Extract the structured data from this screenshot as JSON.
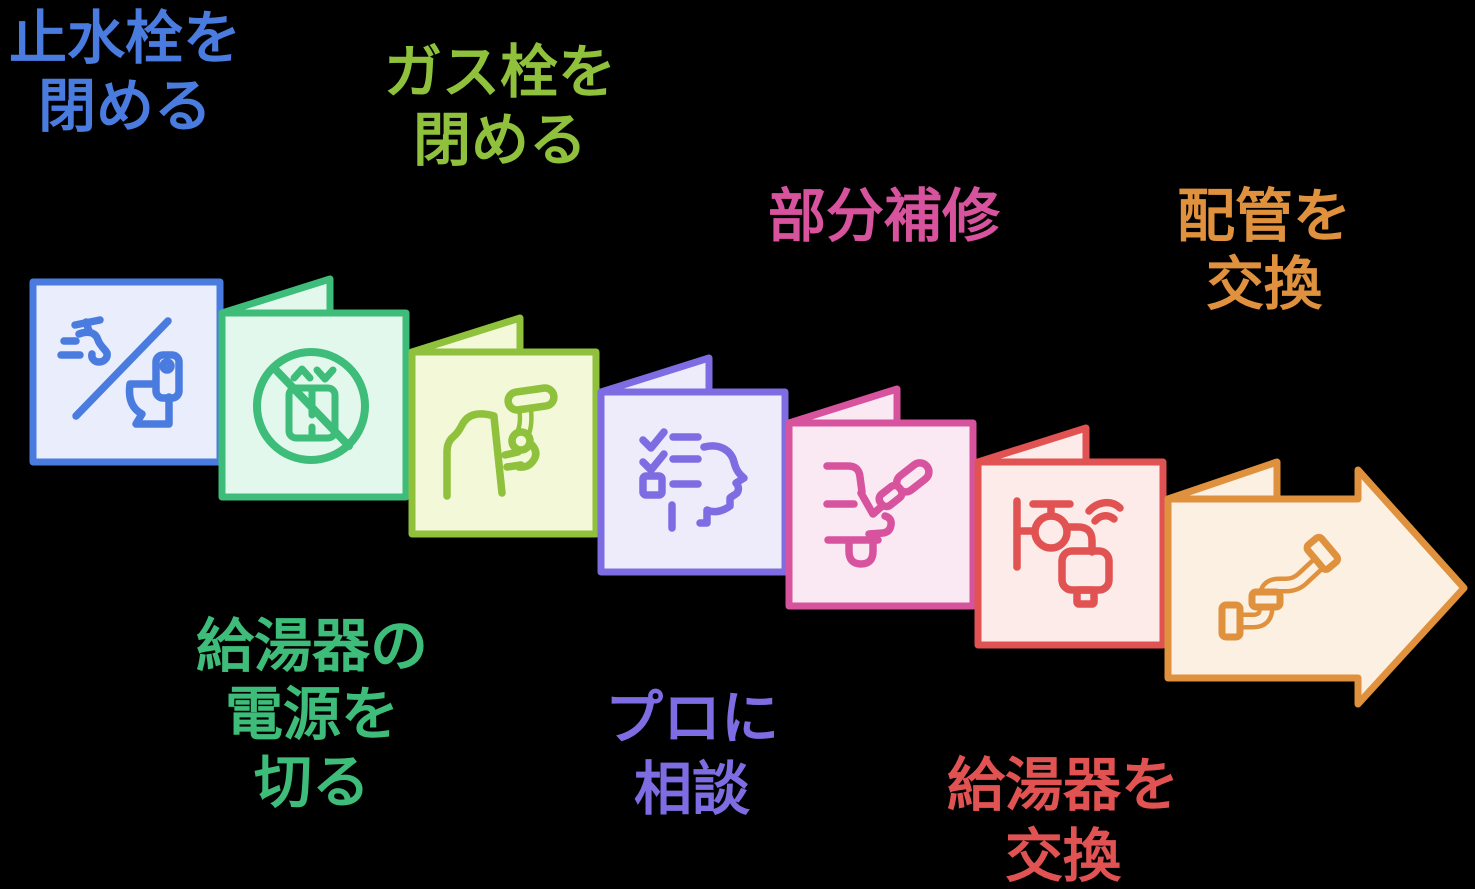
{
  "background_color": "#000000",
  "diagram": {
    "type": "process-flow",
    "direction": "left-to-right",
    "steps": [
      {
        "name": "close-water-valve",
        "label": "止水栓を閉める",
        "label_lines": [
          "止水栓を",
          "閉める"
        ],
        "label_side": "top",
        "color": "#4a7ce0",
        "fill": "#e9edfc",
        "icon": "faucet-toilet-slash"
      },
      {
        "name": "turn-off-water-heater-power",
        "label": "給湯器の電源を切る",
        "label_lines": [
          "給湯器の",
          "電源を",
          "切る"
        ],
        "label_side": "bottom",
        "color": "#3ebd7a",
        "fill": "#e3f8ec",
        "icon": "no-water-heater"
      },
      {
        "name": "close-gas-valve",
        "label": "ガス栓を閉める",
        "label_lines": [
          "ガス栓を",
          "閉める"
        ],
        "label_side": "top",
        "color": "#8fc13c",
        "fill": "#f2f8d8",
        "icon": "hand-gas-valve"
      },
      {
        "name": "consult-professional",
        "label": "プロに相談",
        "label_lines": [
          "プロに",
          "相談"
        ],
        "label_side": "bottom",
        "color": "#7e6ce2",
        "fill": "#eeecfb",
        "icon": "checklist-head"
      },
      {
        "name": "partial-repair",
        "label": "部分補修",
        "label_lines": [
          "部分補修"
        ],
        "label_side": "top",
        "color": "#d8539e",
        "fill": "#fae8f3",
        "icon": "face-repair-tool"
      },
      {
        "name": "replace-water-heater",
        "label": "給湯器を交換",
        "label_lines": [
          "給湯器を",
          "交換"
        ],
        "label_side": "bottom",
        "color": "#e15352",
        "fill": "#fcebe8",
        "icon": "faucet-heater-unit"
      },
      {
        "name": "replace-piping",
        "label": "配管を交換",
        "label_lines": [
          "配管を",
          "交換"
        ],
        "label_side": "top",
        "color": "#e0913d",
        "fill": "#fbf0e1",
        "icon": "s-pipe"
      }
    ]
  }
}
